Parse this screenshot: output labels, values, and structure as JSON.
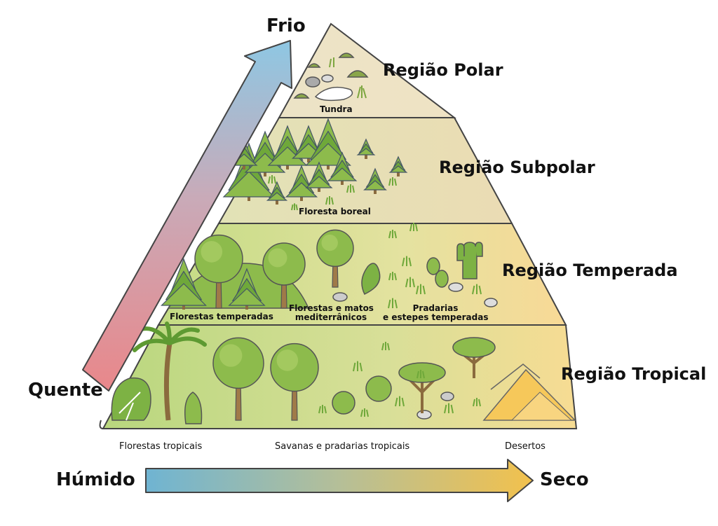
{
  "axes": {
    "vertical_top": "Frio",
    "vertical_bottom": "Quente",
    "horizontal_left": "Húmido",
    "horizontal_right": "Seco"
  },
  "regions": {
    "polar": "Região Polar",
    "subpolar": "Região Subpolar",
    "temperate": "Região Temperada",
    "tropical": "Região Tropical"
  },
  "biomes": {
    "tundra": "Tundra",
    "boreal": "Floresta boreal",
    "temperate_forests": "Florestas temperadas",
    "mediterranean_line1": "Florestas e matos",
    "mediterranean_line2": "mediterrânicos",
    "grassland_line1": "Pradarias",
    "grassland_line2": "e estepes temperadas",
    "tropical_forests": "Florestas tropicais",
    "savannas": "Savanas e pradarias tropicais",
    "deserts": "Desertos"
  },
  "colors": {
    "cold": "#8ec7e3",
    "hot": "#e9878a",
    "humid": "#6fb4d2",
    "dry": "#f2c14d",
    "green": "#8dbb4c",
    "sand": "#f6d27a",
    "outline": "#444444"
  }
}
